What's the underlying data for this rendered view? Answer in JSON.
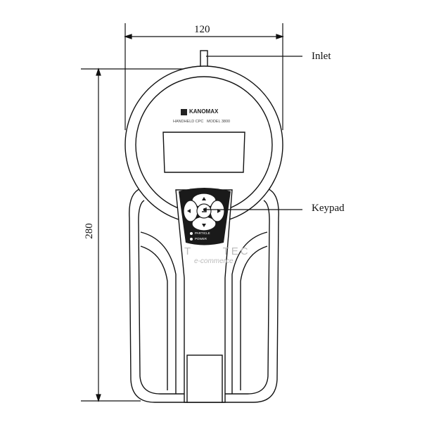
{
  "dimensions": {
    "width_label": "120",
    "height_label": "280"
  },
  "callouts": {
    "inlet": "Inlet",
    "keypad": "Keypad"
  },
  "device": {
    "brand": "KANOMAX",
    "model_text": "HANDHELD CPC   MODEL 3800",
    "led_particle": "PARTICLE",
    "led_power": "POWER"
  },
  "watermark": {
    "line1": "T      TEC",
    "line2": "e-commerce"
  },
  "colors": {
    "line": "#111111",
    "keypad": "#1a1a1a",
    "watermark": "#e8a050"
  }
}
